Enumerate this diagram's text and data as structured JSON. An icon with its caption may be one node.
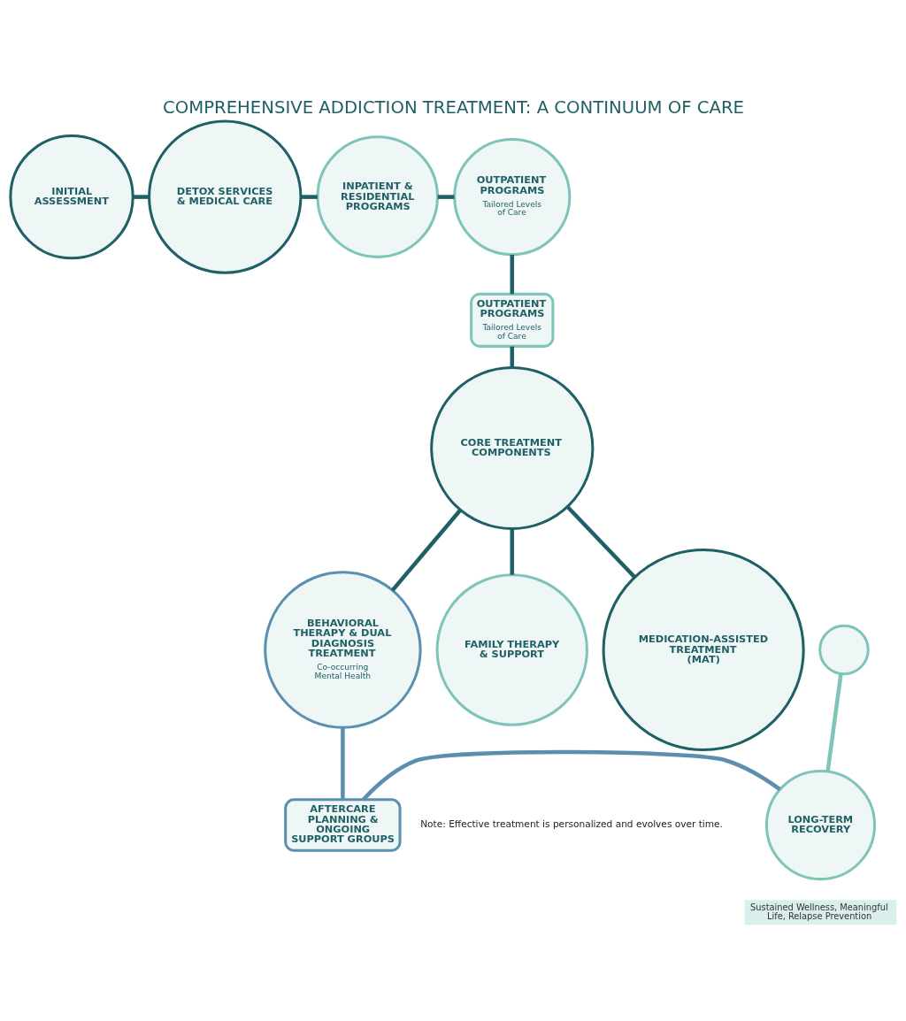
{
  "diagram": {
    "title": "COMPREHENSIVE ADDICTION TREATMENT: A CONTINUUM OF CARE",
    "nodes": [
      {
        "text": [
          "INITIAL ASSESSMENT"
        ]
      },
      {
        "text": [
          "DETOX SERVICES & MEDICAL CARE"
        ]
      },
      {
        "text": [
          "INPATIENT & RESIDENTIAL PROGRAMS"
        ]
      },
      {
        "text": [
          "OUTPATIENT PROGRAMS",
          "Tailored Levels of Care"
        ]
      },
      {
        "text": [
          "OUTPATIENT PROGRAMS",
          "Tailored Levels of Care"
        ]
      },
      {
        "text": [
          "CORE TREATMENT COMPONENTS"
        ]
      },
      {
        "text": [
          "MEDICATION-ASSISTED TREATMENT (MAT)"
        ]
      },
      {
        "text": [
          "BEHAVIORAL THERAPY & DUAL DIAGNOSIS TREATMENT",
          "Co-occurring Mental Health"
        ]
      },
      {
        "text": [
          "FAMILY THERAPY & SUPPORT"
        ]
      },
      {
        "text": [
          "AFTERCARE PLANNING & ONGOING SUPPORT GROUPS"
        ]
      },
      {
        "text": [
          "LONG-TERM RECOVERY"
        ],
        "beside": [
          "Sustained Wellness, Meaningful Life, Relapse Prevention"
        ]
      },
      {
        "text": [],
        "shape": "circle"
      }
    ],
    "edges": [
      {
        "from": 0,
        "to": 1,
        "arrow": "none"
      },
      {
        "from": 1,
        "to": 2,
        "arrow": "none"
      },
      {
        "from": 2,
        "to": 3,
        "arrow": "none"
      },
      {
        "from": 3,
        "to": 4,
        "arrow": "none"
      },
      {
        "from": 4,
        "to": 5,
        "arrow": "none"
      },
      {
        "from": 5,
        "to": 6,
        "arrow": "none"
      },
      {
        "from": 5,
        "to": 7,
        "arrow": "none"
      },
      {
        "from": 5,
        "to": 8,
        "arrow": "none"
      },
      {
        "from": 7,
        "to": 9,
        "arrow": "none",
        "color": "#5b8fb0"
      },
      {
        "from": 9,
        "to": 10,
        "arrow": "none",
        "color": "#5b8fb0"
      },
      {
        "from": 11,
        "to": 10,
        "arrow": "none",
        "color": "#7fc4b8"
      }
    ],
    "labels": [
      "Note: Effective treatment is personalized and evolves over time."
    ]
  }
}
